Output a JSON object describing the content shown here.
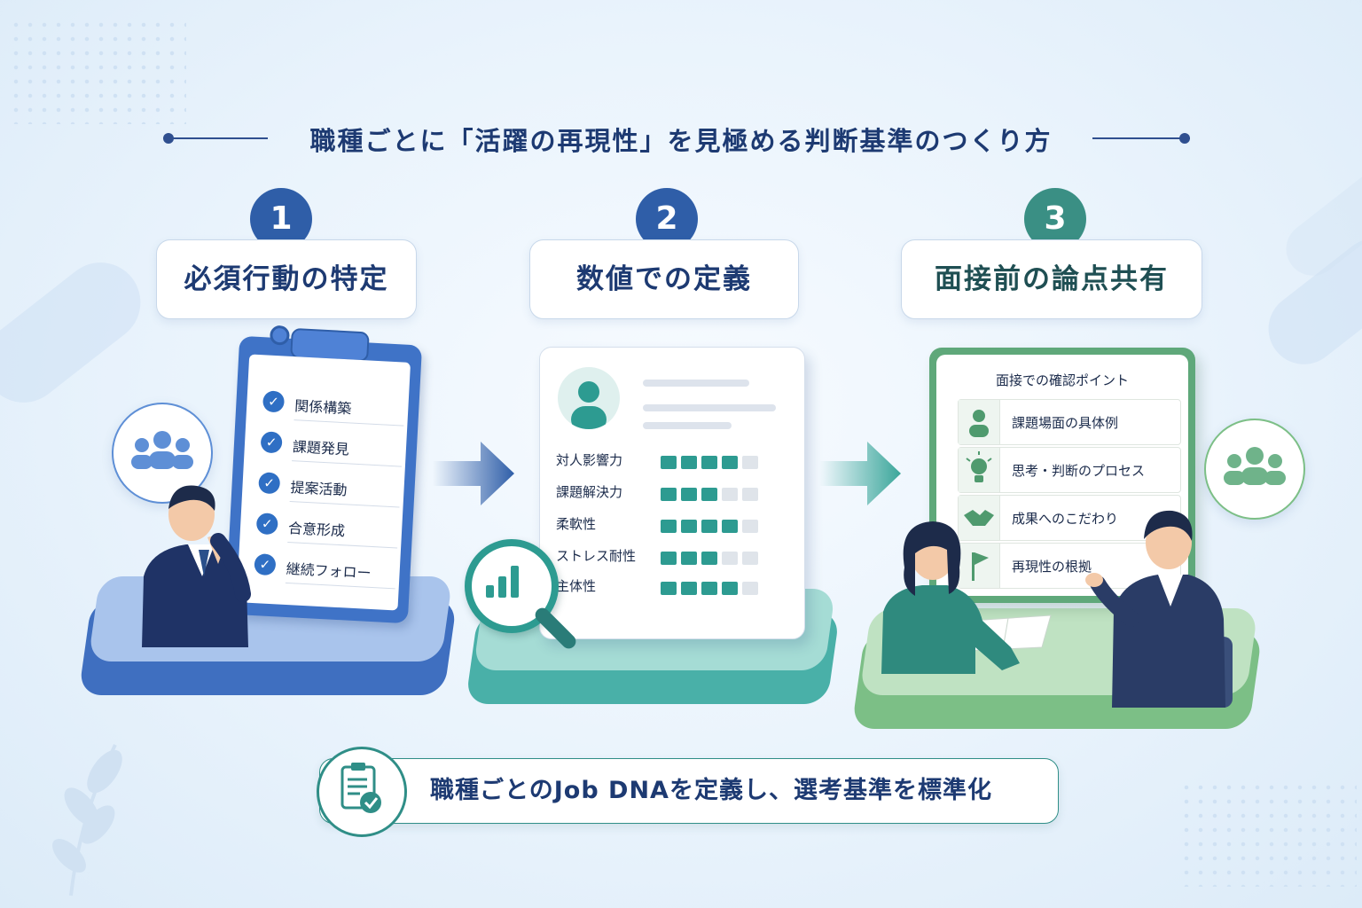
{
  "title": "職種ごとに「活躍の再現性」を見極める判断基準のつくり方",
  "steps": [
    {
      "num": "1",
      "label": "必須行動の特定",
      "color": "#2f5ea8"
    },
    {
      "num": "2",
      "label": "数値での定義",
      "color": "#2f5ea8"
    },
    {
      "num": "3",
      "label": "面接前の論点共有",
      "color": "#3a8f84"
    }
  ],
  "checklist": [
    "関係構築",
    "課題発見",
    "提案活動",
    "合意形成",
    "継続フォロー"
  ],
  "skills": [
    {
      "label": "対人影響力",
      "filled": 4
    },
    {
      "label": "課題解決力",
      "filled": 3
    },
    {
      "label": "柔軟性",
      "filled": 4
    },
    {
      "label": "ストレス耐性",
      "filled": 3
    },
    {
      "label": "主体性",
      "filled": 4
    }
  ],
  "interview": {
    "title": "面接での確認ポイント",
    "items": [
      {
        "icon": "person-icon",
        "label": "課題場面の具体例"
      },
      {
        "icon": "lightbulb-icon",
        "label": "思考・判断のプロセス"
      },
      {
        "icon": "handshake-icon",
        "label": "成果へのこだわり"
      },
      {
        "icon": "flag-icon",
        "label": "再現性の根拠"
      }
    ]
  },
  "banner": "職種ごとのJob DNAを定義し、選考基準を標準化",
  "colors": {
    "blue": "#2f5ea8",
    "teal": "#3aa69a",
    "green": "#5fa87a",
    "navy": "#1d3a72"
  }
}
